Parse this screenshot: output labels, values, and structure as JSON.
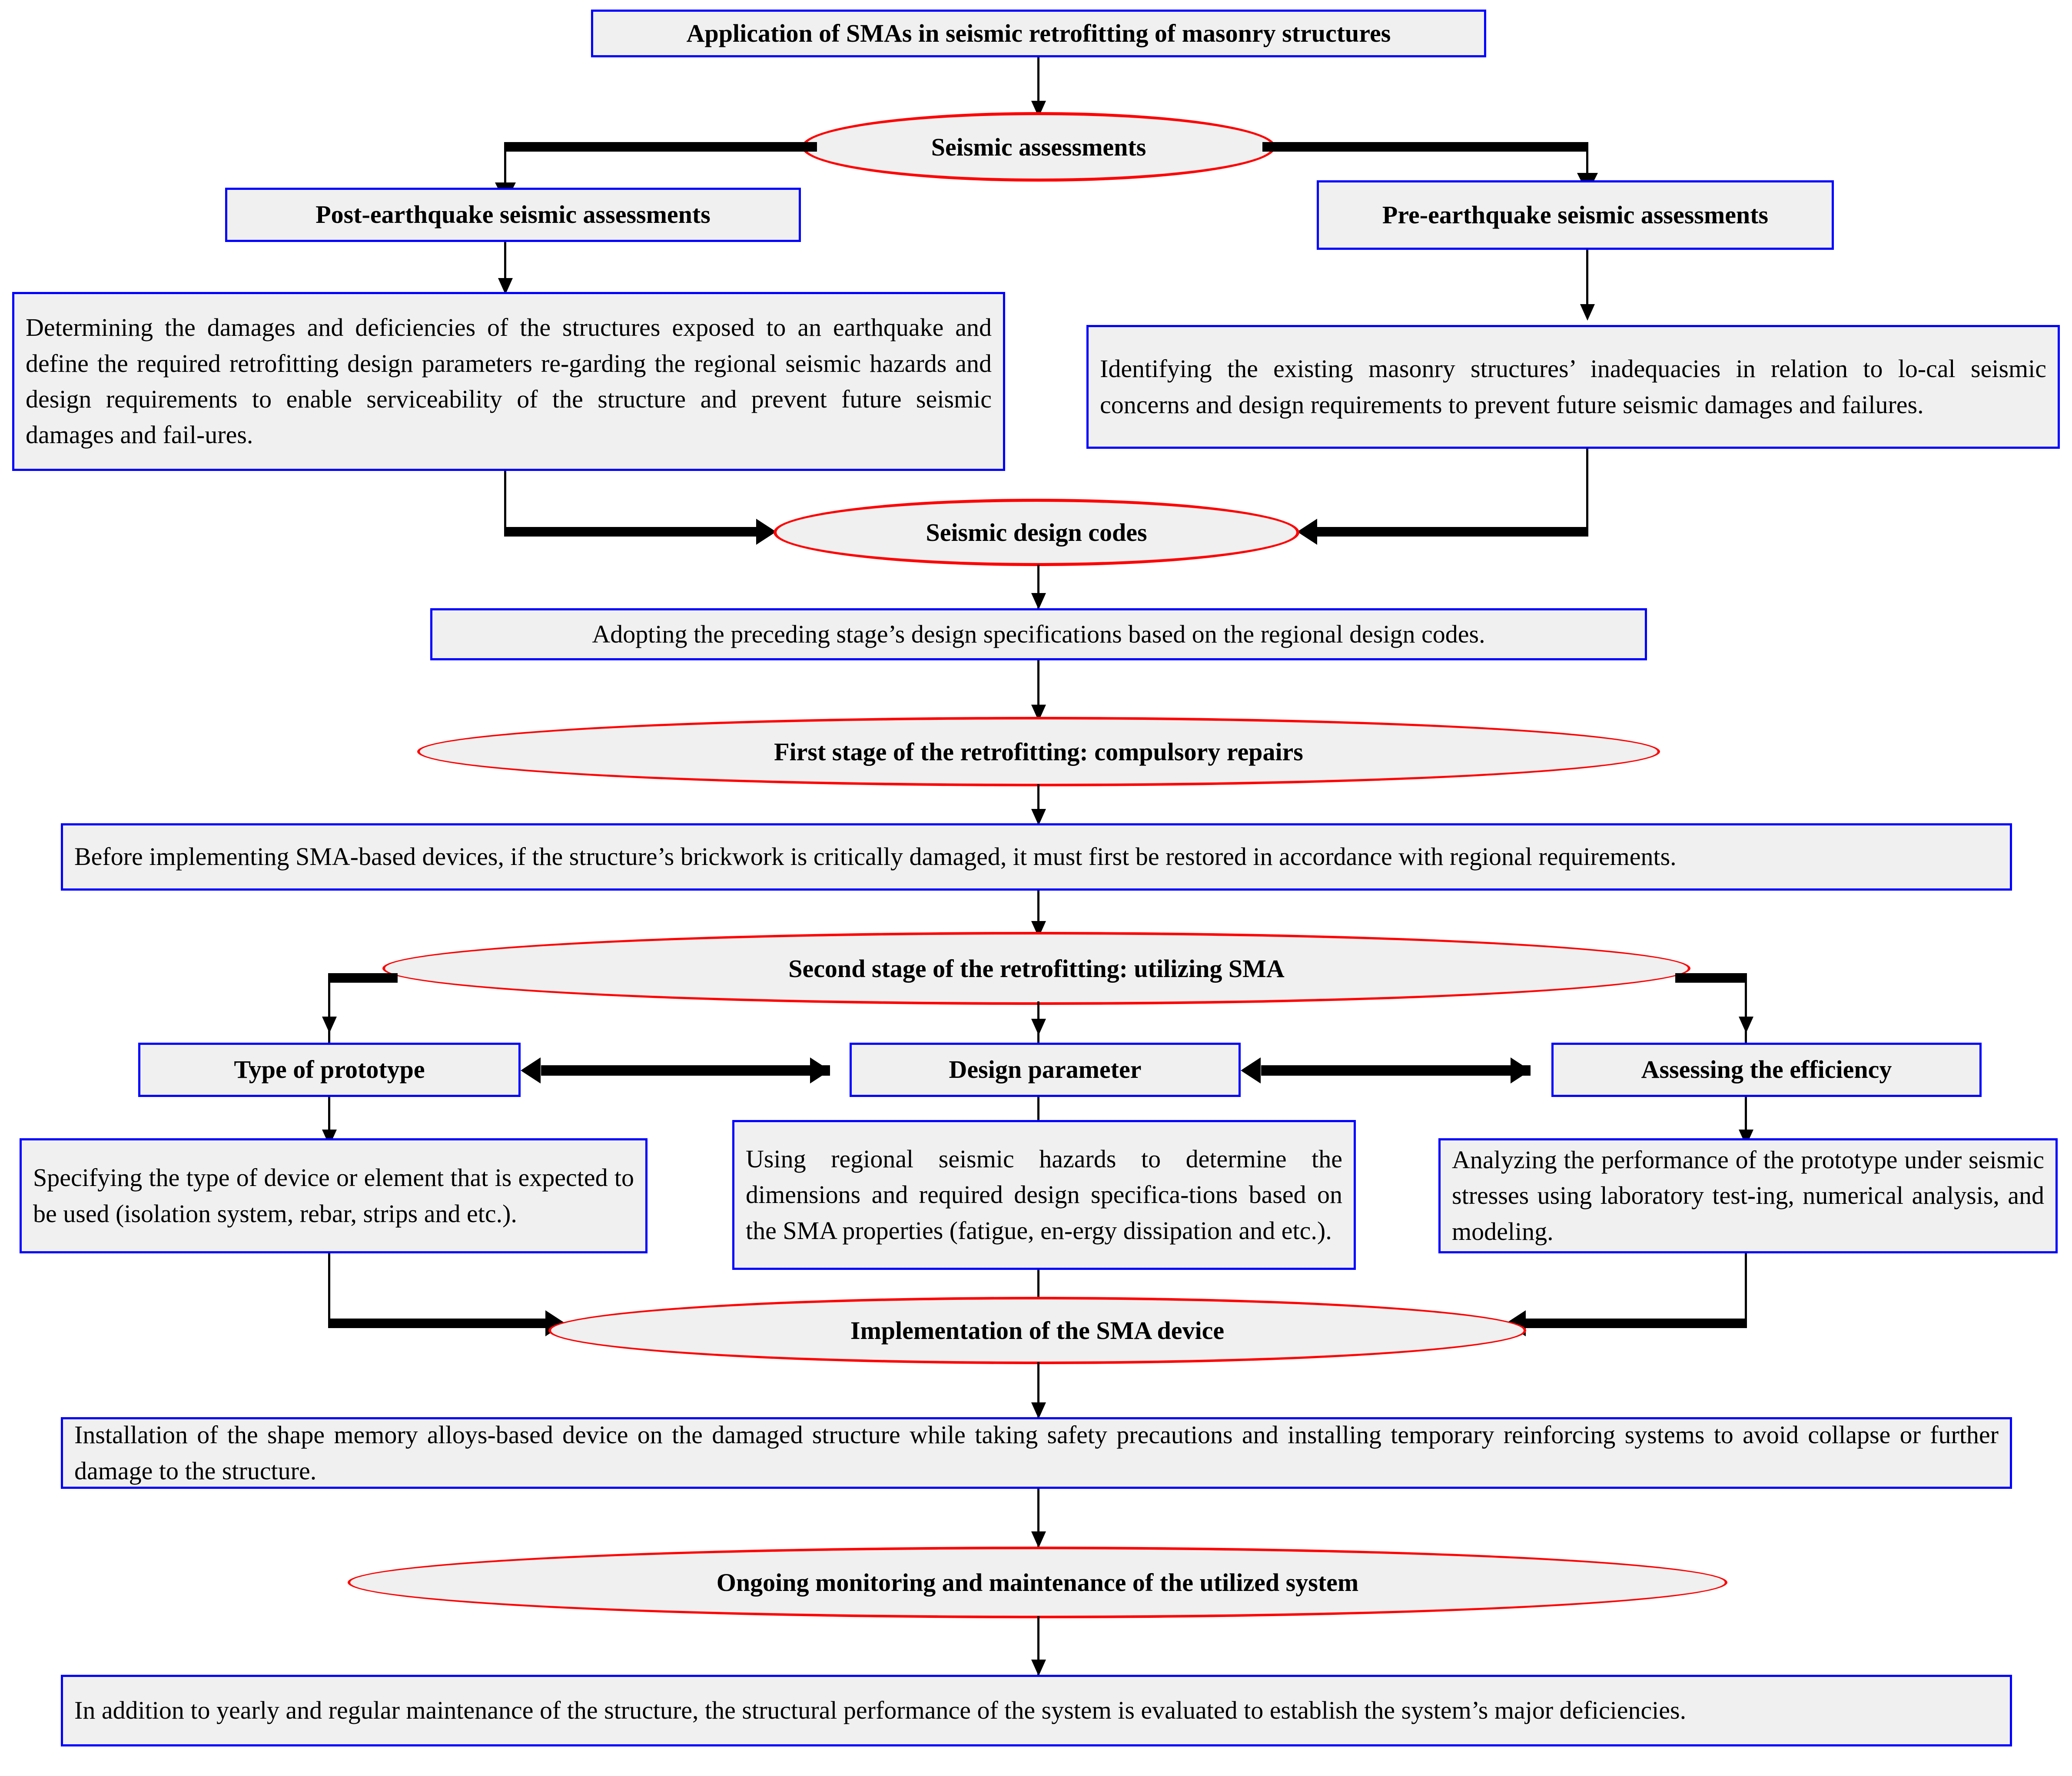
{
  "diagram": {
    "title": "Application of SMAs in seismic retrofitting of masonry structures",
    "shape_colors": {
      "box_border": "#0000FF",
      "box_fill": "#F0F0F0",
      "ellipse_border": "#FF0000",
      "ellipse_fill": "#F0F0F0",
      "connector": "#000000"
    },
    "nodes": {
      "root_box": "Application of SMAs in seismic retrofitting of masonry structures",
      "seismic_assessments_ellipse": "Seismic assessments",
      "post_eq_box": "Post-earthquake seismic assessments",
      "pre_eq_box": "Pre-earthquake seismic assessments",
      "post_eq_desc": "Determining the damages and deficiencies of the structures exposed to an earthquake and define the required retrofitting design parameters re-garding the regional seismic hazards and design requirements to enable serviceability of the structure and prevent future seismic damages and fail-ures.",
      "pre_eq_desc": "Identifying the existing masonry structures’ inadequacies in relation to lo-cal seismic concerns and design requirements to prevent future seismic damages and failures.",
      "seismic_design_codes_ellipse": "Seismic design codes",
      "design_codes_desc": "Adopting the preceding stage’s design specifications based on the regional design codes.",
      "first_stage_ellipse": "First stage of the retrofitting: compulsory repairs",
      "first_stage_desc": "Before implementing SMA-based devices, if the structure’s brickwork is critically damaged, it must first be restored in accordance with regional requirements.",
      "second_stage_ellipse": "Second stage of the retrofitting: utilizing SMA",
      "type_of_prototype_box": "Type of prototype",
      "design_parameter_box": "Design parameter",
      "assessing_efficiency_box": "Assessing the efficiency",
      "type_of_prototype_desc": "Specifying the type of device or element that is expected to be used (isolation system, rebar, strips and etc.).",
      "design_parameter_desc": "Using regional seismic hazards to determine the dimensions and required design specifica-tions based on the SMA properties (fatigue, en-ergy dissipation and etc.).",
      "assessing_efficiency_desc": "Analyzing the performance of the prototype under seismic stresses using laboratory test-ing, numerical analysis, and modeling.",
      "implementation_ellipse": "Implementation of the SMA device",
      "implementation_desc": "Installation of the shape memory alloys-based device on the damaged structure while taking safety precautions and installing temporary reinforcing systems to avoid collapse or further damage to the structure.",
      "ongoing_monitoring_ellipse": "Ongoing monitoring and maintenance of the utilized system",
      "ongoing_monitoring_desc": "In addition to yearly and regular maintenance of the structure, the structural performance of the system is evaluated to establish the system’s major deficiencies."
    }
  }
}
